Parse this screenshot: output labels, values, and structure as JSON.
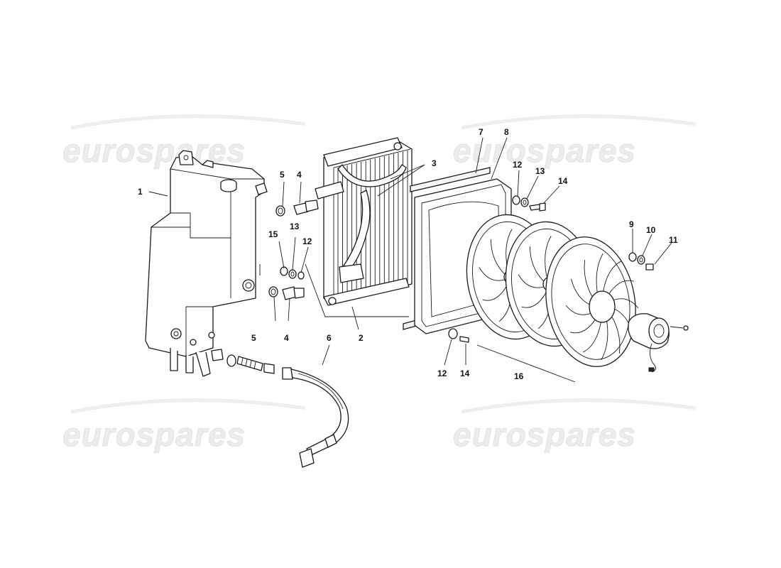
{
  "watermarks": [
    {
      "text": "eurospares"
    },
    {
      "text": "eurospares"
    },
    {
      "text": "eurospares"
    },
    {
      "text": "eurospares"
    }
  ],
  "callouts": {
    "c1": "1",
    "c2": "2",
    "c3": "3",
    "c4a": "4",
    "c4b": "4",
    "c5a": "5",
    "c5b": "5",
    "c6": "6",
    "c7": "7",
    "c8": "8",
    "c9": "9",
    "c10": "10",
    "c11": "11",
    "c12a": "12",
    "c12b": "12",
    "c12c": "12",
    "c13a": "13",
    "c13b": "13",
    "c14a": "14",
    "c14b": "14",
    "c15": "15",
    "c16": "16"
  }
}
